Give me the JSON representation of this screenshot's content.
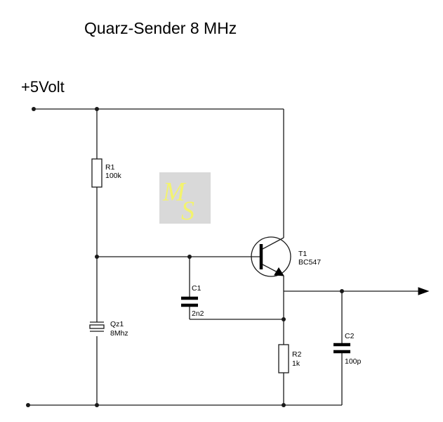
{
  "title": "Quarz-Sender 8 MHz",
  "supply_label": "+5Volt",
  "components": {
    "r1": {
      "ref": "R1",
      "value": "100k"
    },
    "r2": {
      "ref": "R2",
      "value": "1k"
    },
    "c1": {
      "ref": "C1",
      "value": "2n2"
    },
    "c2": {
      "ref": "C2",
      "value": "100p"
    },
    "qz1": {
      "ref": "Qz1",
      "value": "8Mhz"
    },
    "t1": {
      "ref": "T1",
      "value": "BC547"
    }
  },
  "watermark": {
    "letters": [
      "M",
      "S"
    ],
    "color": "#f3f36e",
    "background": "#d9d9d9"
  }
}
